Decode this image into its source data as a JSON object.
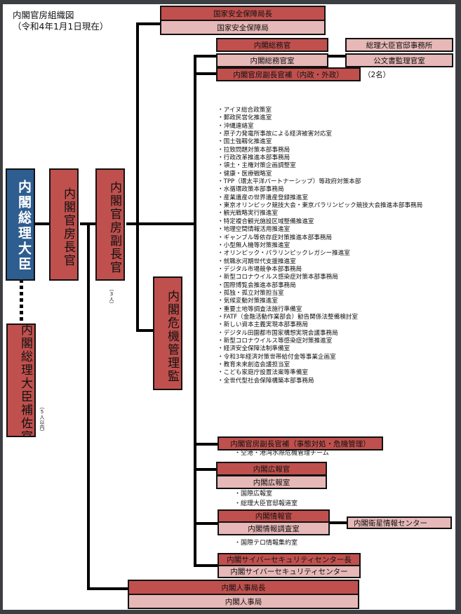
{
  "header": {
    "title": "内閣官房組織図",
    "date": "（令和4年1月1日現在）"
  },
  "colors": {
    "primary_box": "#c0504d",
    "secondary_box": "#e6b8b7",
    "pm_box": "#2e5d90",
    "connector": "#000000"
  },
  "pm": {
    "label": "内閣総理大臣"
  },
  "pm_aides": {
    "label": "内閣総理大臣補佐官",
    "note": "（5人以内）"
  },
  "chief_cabinet_secretary": {
    "label": "内閣官房長官"
  },
  "deputy_chief": {
    "label": "内閣官房副長官",
    "note": "（3人）"
  },
  "crisis_manager": {
    "label": "内閣危機管理監"
  },
  "nss": {
    "head": "国家安全保障局長",
    "office": "国家安全保障局"
  },
  "general_affairs": {
    "head": "内閣総務官",
    "office": "内閣総務官室",
    "related": [
      "総理大臣官邸事務所",
      "公文書監理官室"
    ]
  },
  "asst_domestic_foreign": {
    "label": "内閣官房副長官補（内政・外政）",
    "note": "（2名）"
  },
  "offices": [
    "・アイヌ総合政策室",
    "・郵政民営化推進室",
    "・沖縄連絡室",
    "・原子力発電所事故による経済被害対応室",
    "・国土強靱化推進室",
    "・拉致問題対策本部事務局",
    "・行政改革推進本部事務局",
    "・領土・主権対策企画調整室",
    "・健康・医療戦略室",
    "・TPP（環太平洋パートナーシップ）等政府対策本部",
    "・水循環政策本部事務局",
    "・産業遺産の世界遺産登録推進室",
    "・東京オリンピック競技大会・東京パラリンピック競技大会推進本部事務局",
    "・観光戦略実行推進室",
    "・特定複合観光施設区域整備推進室",
    "・地理空間情報活用推進室",
    "・ギャンブル等依存症対策推進本部事務局",
    "・小型無人機等対策推進室",
    "・オリンピック・パラリンピックレガシー推進室",
    "・就職氷河期世代支援推進室",
    "・デジタル市場競争本部事務局",
    "・新型コロナウイルス感染症対策本部事務局",
    "・国際博覧会推進本部事務局",
    "・孤独・孤立対策担当室",
    "・気候変動対策推進室",
    "・重要土地等調査法施行準備室",
    "・FATF（金融活動作業部会）勧告関係法整備検討室",
    "・新しい資本主義実現本部事務局",
    "・デジタル田園都市国家構想実現会議事務局",
    "・新型コロナウイルス等感染症対策推進室",
    "・経済安全保障法制準備室",
    "・令和3年経済対策世帯給付金等事業企画室",
    "・教育未来創造会議担当室",
    "・こども家庭庁設置法案等準備室",
    "・全世代型社会保障構築本部事務局"
  ],
  "asst_crisis": {
    "label": "内閣官房副長官補（事態対処・危機管理）",
    "sub": [
      "・空港・港湾水際危機管理チーム"
    ]
  },
  "public_relations": {
    "head": "内閣広報官",
    "office": "内閣広報室",
    "sub": [
      "・国際広報室",
      "・総理大臣官邸報道室"
    ]
  },
  "intelligence": {
    "head": "内閣情報官",
    "office": "内閣情報調査室",
    "related": "内閣衛星情報センター",
    "sub": [
      "・国際テロ情報集約室"
    ]
  },
  "cyber": {
    "head": "内閣サイバーセキュリティセンター長",
    "office": "内閣サイバーセキュリティセンター"
  },
  "personnel": {
    "head": "内閣人事局長",
    "office": "内閣人事局"
  }
}
